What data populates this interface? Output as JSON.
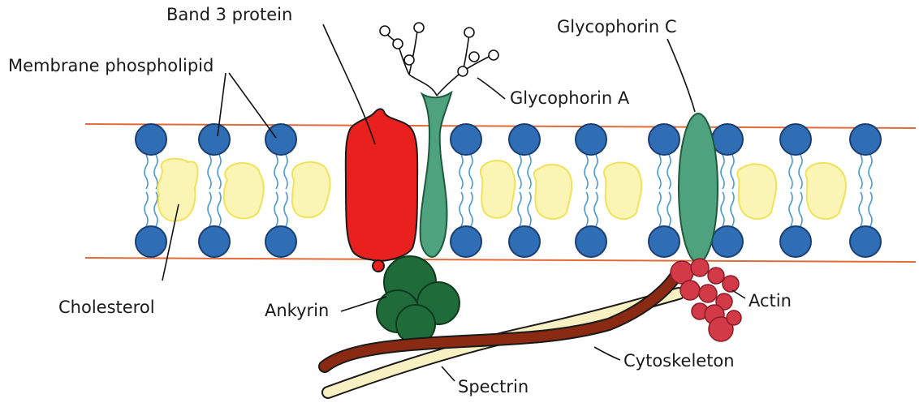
{
  "labels": {
    "band3": "Band 3 protein",
    "phospholipid": "Membrane phospholipid",
    "glycophorin_a": "Glycophorin A",
    "glycophorin_c": "Glycophorin C",
    "cholesterol": "Cholesterol",
    "ankyrin": "Ankyrin",
    "actin": "Actin",
    "cytoskeleton": "Cytoskeleton",
    "spectrin": "Spectrin"
  },
  "colors": {
    "membrane_line": "#e06a3a",
    "phospholipid_head": "#2f6db5",
    "phospholipid_tail": "#4a9ad6",
    "cholesterol": "#fbf5b5",
    "band3": "#e8201e",
    "glycophorin": "#4fa27e",
    "ankyrin": "#1f6b3a",
    "actin": "#d23a48",
    "cytoskeleton": "#8a2a12",
    "spectrin": "#f6f0c2"
  }
}
